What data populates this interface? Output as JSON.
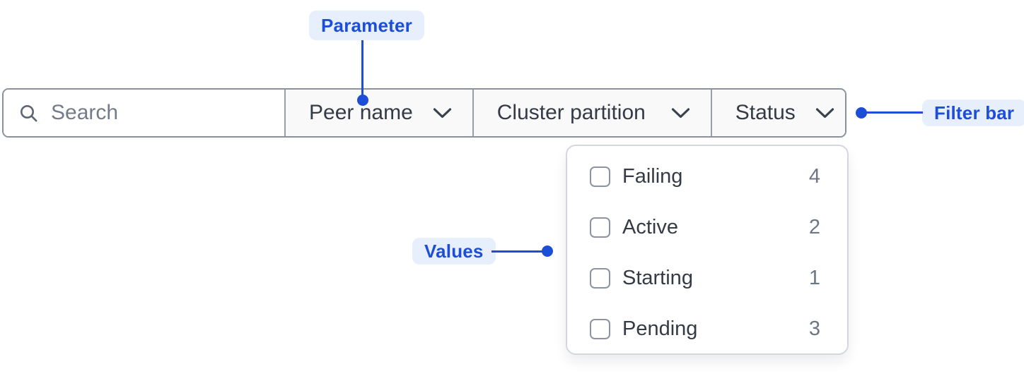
{
  "annotations": {
    "parameter_label": "Parameter",
    "filter_bar_label": "Filter bar",
    "values_label": "Values"
  },
  "filter_bar": {
    "search_placeholder": "Search",
    "parameters": [
      {
        "label": "Peer name"
      },
      {
        "label": "Cluster partition"
      },
      {
        "label": "Status"
      }
    ]
  },
  "values_menu": {
    "parent": "Status",
    "items": [
      {
        "label": "Failing",
        "count": "4",
        "checked": false
      },
      {
        "label": "Active",
        "count": "2",
        "checked": false
      },
      {
        "label": "Starting",
        "count": "1",
        "checked": false
      },
      {
        "label": "Pending",
        "count": "3",
        "checked": false
      }
    ]
  },
  "colors": {
    "accent_blue": "#1d4ed8",
    "badge_bg": "#e8effc",
    "text_dark": "#353b46",
    "text_gray": "#6f7683",
    "bar_border": "#8b919b",
    "section_bg": "#f9f9fa",
    "panel_border": "#d4d8de",
    "checkbox_border": "#8c94a3"
  }
}
